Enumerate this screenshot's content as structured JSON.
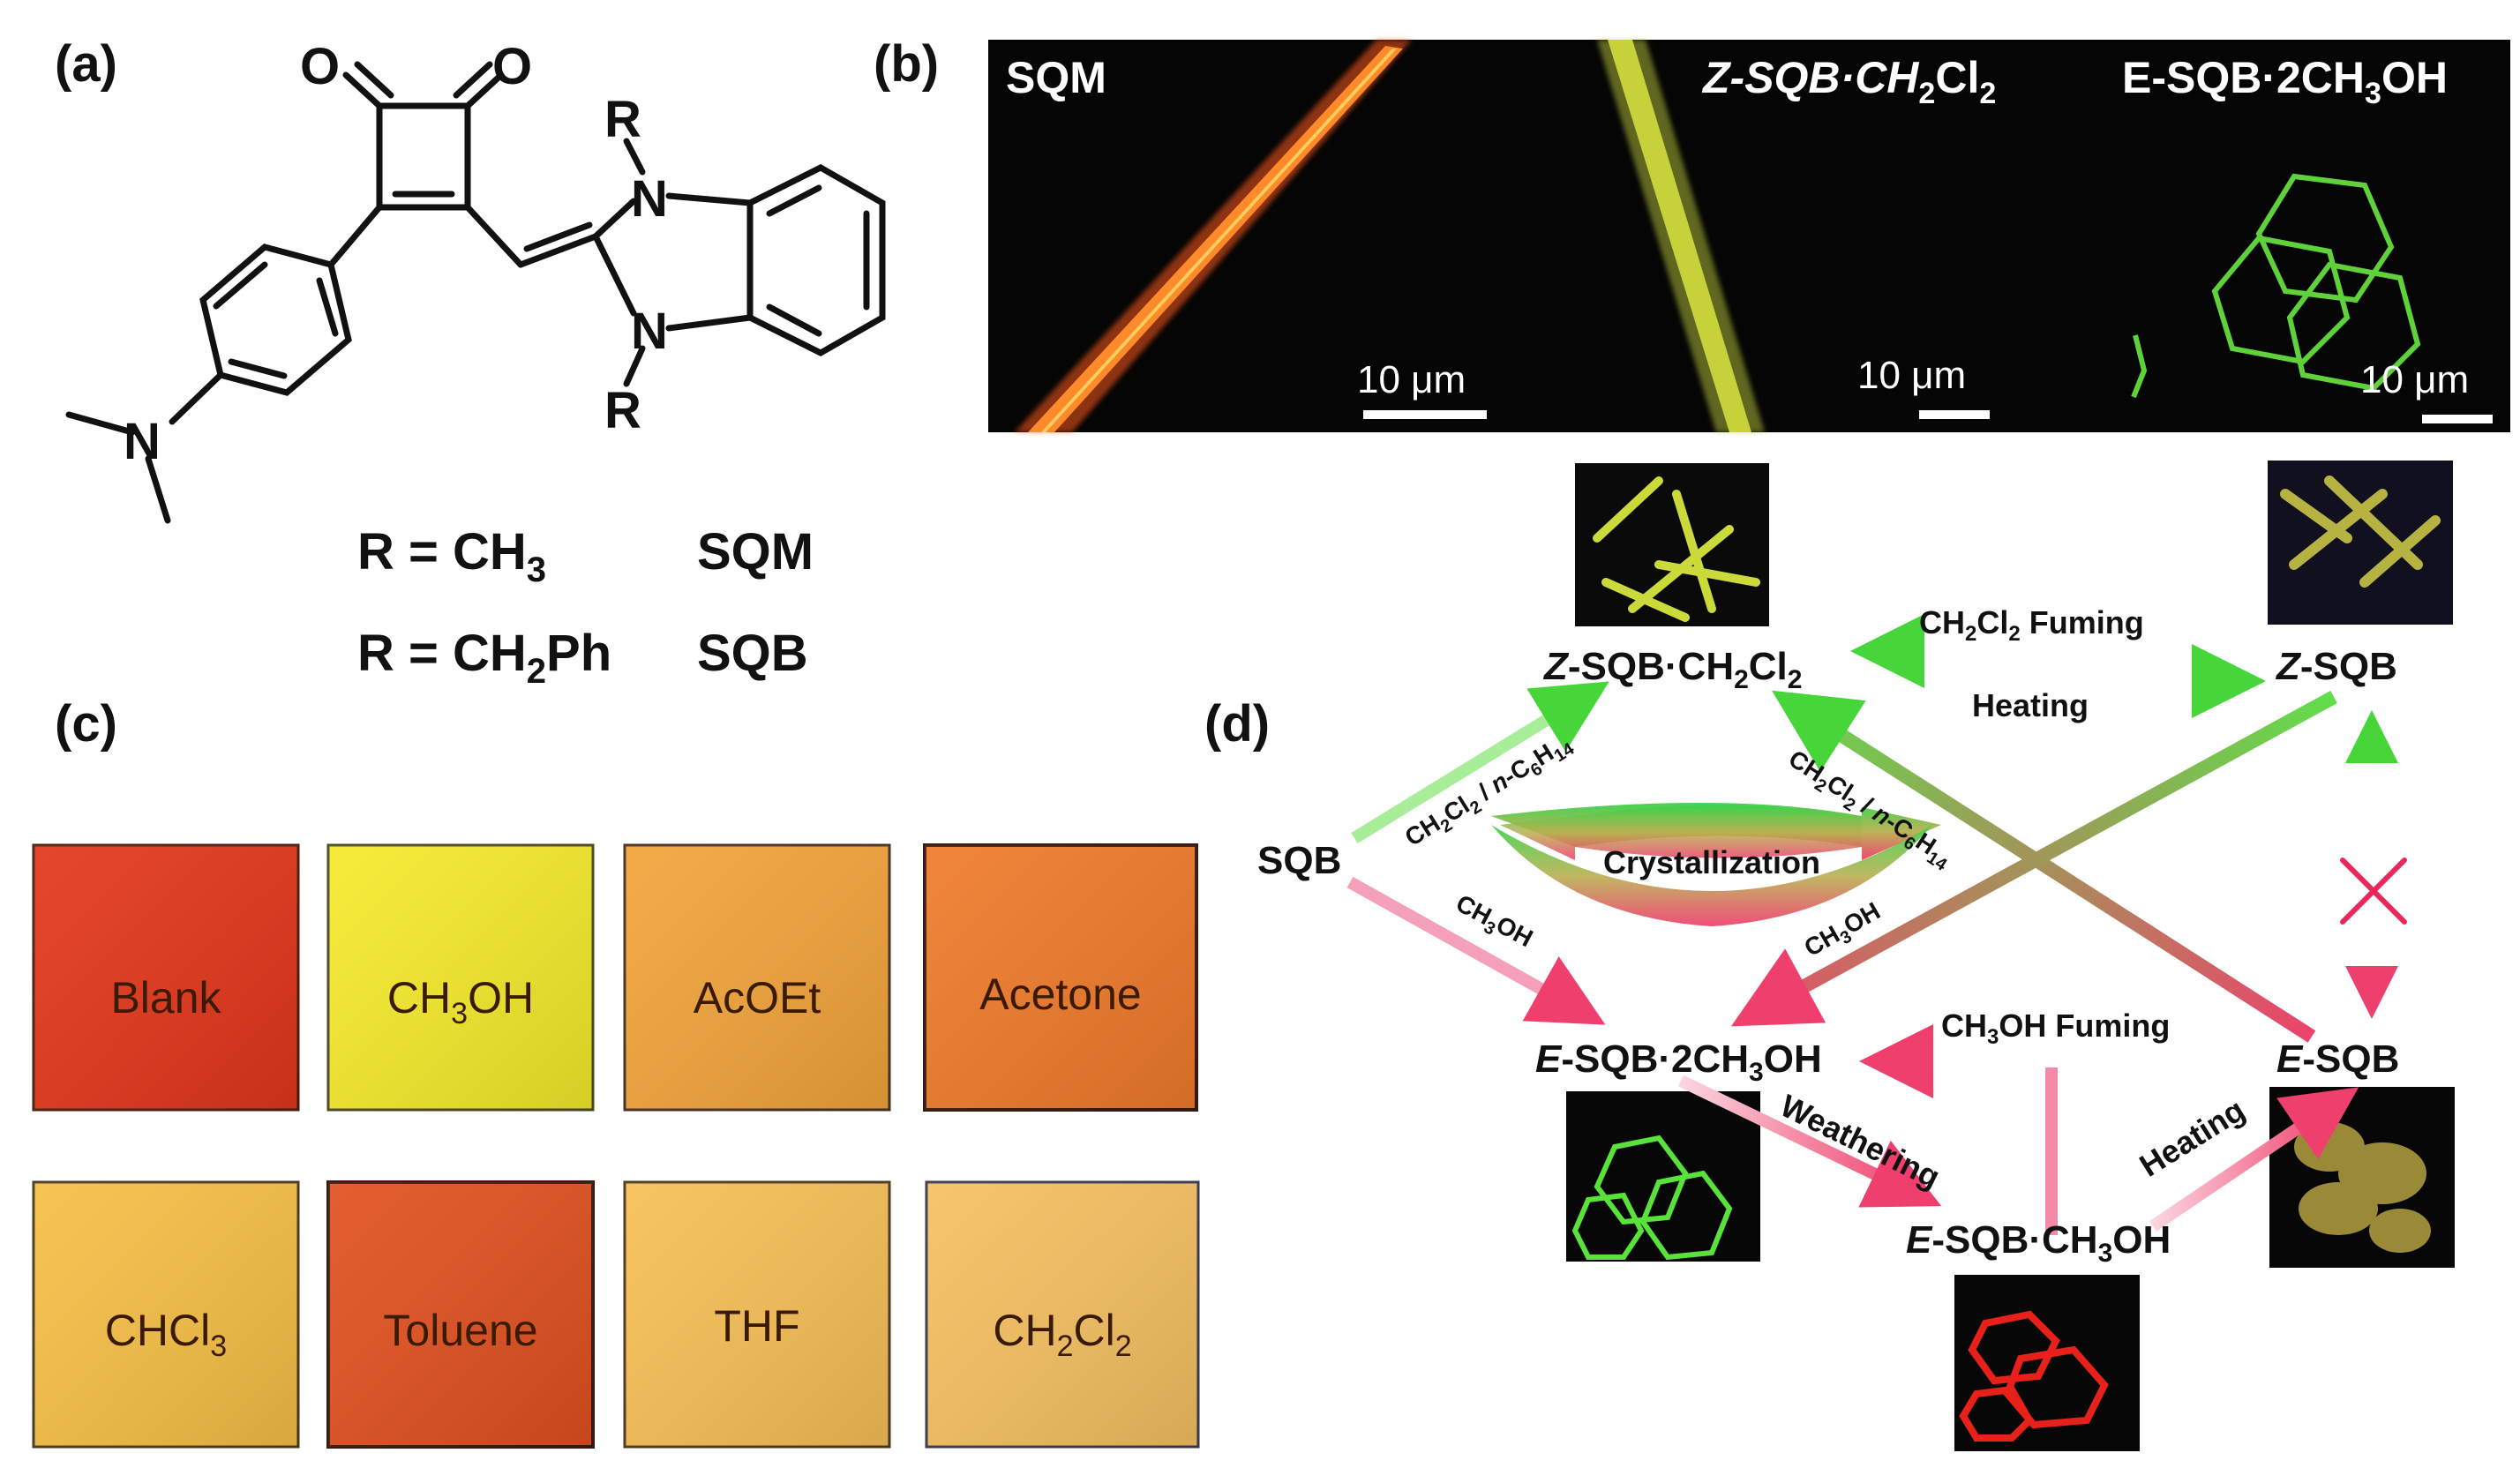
{
  "panel_labels": {
    "a": "(a)",
    "b": "(b)",
    "c": "(c)",
    "d": "(d)"
  },
  "panel_a": {
    "atoms": {
      "O_left": "O",
      "O_right": "O",
      "N_top": "N",
      "N_bottom": "N",
      "N_amine": "N",
      "R_top": "R",
      "R_bottom": "R"
    },
    "legend": [
      {
        "r": "R = CH",
        "sub": "3",
        "tail": "",
        "name": "SQM"
      },
      {
        "r": "R = CH",
        "sub": "2",
        "tail": "Ph",
        "name": "SQB"
      }
    ]
  },
  "panel_b": {
    "images": [
      {
        "caption_main": "SQM",
        "caption_sub": "",
        "scale": "10 μm",
        "color": "#ff5a1a"
      },
      {
        "caption_main": "Z-SQB·CH",
        "caption_sub": "2",
        "caption_main2": "Cl",
        "caption_sub2": "2",
        "scale": "10 μm",
        "color": "#c7d23a"
      },
      {
        "caption_main": "E-SQB·2CH",
        "caption_sub": "3",
        "caption_main2": "OH",
        "scale": "10 μm",
        "color": "#5fd13a"
      }
    ]
  },
  "panel_c": {
    "swatches": [
      {
        "label": "Blank",
        "sub": "",
        "tail": "",
        "color": "#e2361a"
      },
      {
        "label": "CH",
        "sub": "3",
        "tail": "OH",
        "color": "#f4ea2a"
      },
      {
        "label": "AcOEt",
        "sub": "",
        "tail": "",
        "color": "#f2a43a"
      },
      {
        "label": "Acetone",
        "sub": "",
        "tail": "",
        "color": "#ef7a2a"
      },
      {
        "label": "CHCl",
        "sub": "3",
        "tail": "",
        "color": "#f6bf45"
      },
      {
        "label": "Toluene",
        "sub": "",
        "tail": "",
        "color": "#e0501e"
      },
      {
        "label": "THF",
        "sub": "",
        "tail": "",
        "color": "#f7bf55"
      },
      {
        "label": "CH",
        "sub": "2",
        "tail": "Cl",
        "sub2": "2",
        "color": "#f5c060"
      }
    ]
  },
  "panel_d": {
    "nodes": {
      "sqb": "SQB",
      "z_dcm": {
        "a": "Z",
        "b": "-SQB·CH",
        "s1": "2",
        "c": "Cl",
        "s2": "2"
      },
      "z_sqb": {
        "a": "Z",
        "b": "-SQB"
      },
      "e_meoh2": {
        "a": "E",
        "b": "-SQB·2CH",
        "s1": "3",
        "c": "OH"
      },
      "e_sqb": {
        "a": "E",
        "b": "-SQB"
      },
      "e_meoh": {
        "a": "E",
        "b": "-SQB·CH",
        "s1": "3",
        "c": "OH"
      }
    },
    "edges": {
      "fuming_dcm": {
        "a": "CH",
        "s1": "2",
        "b": "Cl",
        "s2": "2",
        "c": " Fuming"
      },
      "heating_top": "Heating",
      "solv_left": {
        "a": "CH",
        "s1": "2",
        "b": "Cl",
        "s2": "2",
        "c": " / ",
        "d": "n",
        "e": "-C",
        "s3": "6",
        "f": "H",
        "s4": "14"
      },
      "solv_right": {
        "a": "CH",
        "s1": "2",
        "b": "Cl",
        "s2": "2",
        "c": " / ",
        "d": "n",
        "e": "-C",
        "s3": "6",
        "f": "H",
        "s4": "14"
      },
      "crystallization": "Crystallization",
      "meoh_left": {
        "a": "CH",
        "s1": "3",
        "b": "OH"
      },
      "meoh_right": {
        "a": "CH",
        "s1": "3",
        "b": "OH"
      },
      "fuming_meoh": {
        "a": "CH",
        "s1": "3",
        "b": "OH Fuming"
      },
      "weathering": "Weathering",
      "heating_bottom": "Heating"
    },
    "colors": {
      "green": "#5fe04a",
      "pink": "#f0507a",
      "cross": "#e8285a"
    }
  }
}
